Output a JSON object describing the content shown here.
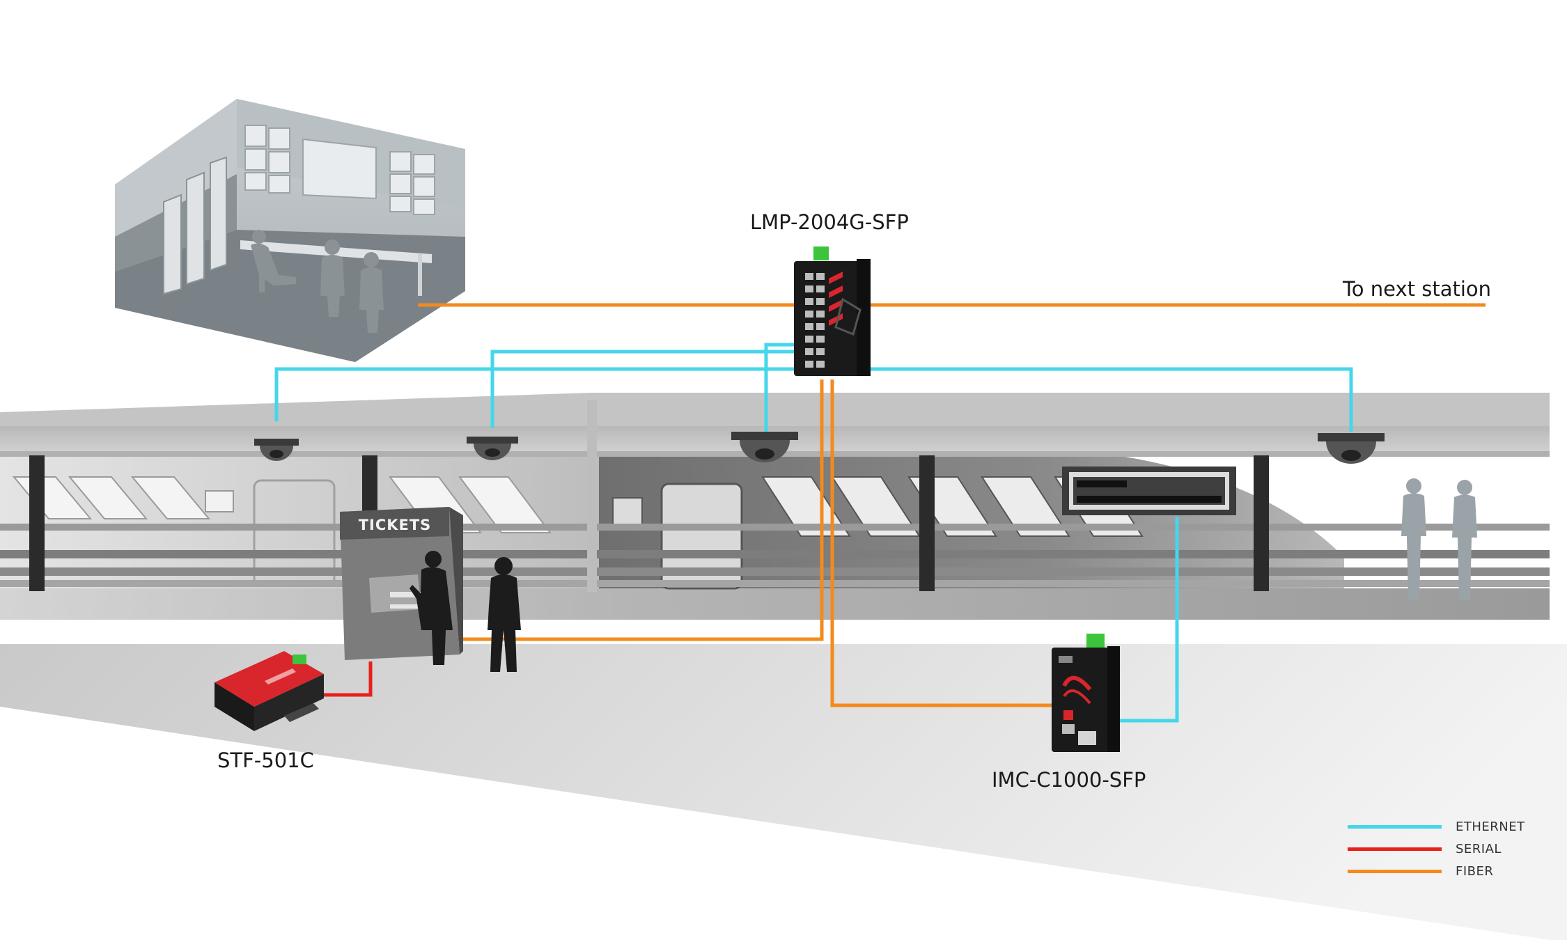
{
  "devices": {
    "switch": "LMP-2004G-SFP",
    "serial_server": "STF-501C",
    "media_converter": "IMC-C1000-SFP"
  },
  "destination": "To next station",
  "kiosk": {
    "sign": "TICKETS"
  },
  "legend": [
    {
      "label": "ETHERNET",
      "color": "#45d6ea"
    },
    {
      "label": "SERIAL",
      "color": "#e8201a"
    },
    {
      "label": "FIBER",
      "color": "#f28a1e"
    }
  ],
  "colors": {
    "ethernet": "#45d6ea",
    "serial": "#e8201a",
    "fiber": "#f28a1e",
    "device_accent": "#d9262c"
  }
}
